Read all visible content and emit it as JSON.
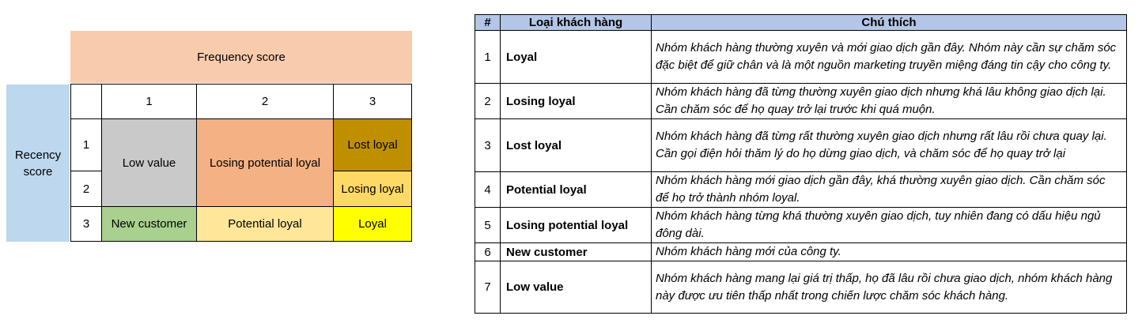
{
  "matrix": {
    "frequency_header": "Frequency score",
    "recency_header": "Recency score",
    "frequency_values": [
      "1",
      "2",
      "3"
    ],
    "recency_values": [
      "1",
      "2",
      "3"
    ],
    "segments": {
      "low_value": "Low value",
      "losing_potential_loyal": "Losing potential loyal",
      "lost_loyal": "Lost loyal",
      "losing_loyal": "Losing loyal",
      "new_customer": "New customer",
      "potential_loyal": "Potential loyal",
      "loyal": "Loyal"
    },
    "colors": {
      "frequency_header_bg": "#f8cbad",
      "recency_header_bg": "#bdd7ee",
      "low_value": "#c9c9c9",
      "losing_potential_loyal": "#f4b183",
      "lost_loyal": "#bf8f00",
      "losing_loyal": "#ffd966",
      "new_customer": "#a9d08e",
      "potential_loyal": "#ffe699",
      "loyal": "#ffff00"
    }
  },
  "table": {
    "headers": [
      "#",
      "Loại khách hàng",
      "Chú thích"
    ],
    "header_bg": "#b4c6e7",
    "rows": [
      {
        "num": "1",
        "type": "Loyal",
        "desc": "Nhóm khách hàng thường xuyên và mới giao dịch gần đây. Nhóm này cần sự chăm sóc đặc biệt để giữ chân và là một nguồn marketing truyền miệng đáng tin cậy cho công ty."
      },
      {
        "num": "2",
        "type": "Losing loyal",
        "desc": "Nhóm khách hàng đã từng thường xuyên giao dịch nhưng khá lâu không giao dịch lại. Cần chăm sóc để họ quay trở lại trước khi quá muộn."
      },
      {
        "num": "3",
        "type": "Lost loyal",
        "desc": "Nhóm khách hàng đã từng rất thường xuyên giao dịch nhưng rất lâu rồi chưa quay lại. Cần gọi điện hỏi thăm lý do họ dừng giao dịch, và chăm sóc để họ quay trở lại"
      },
      {
        "num": "4",
        "type": "Potential loyal",
        "desc": "Nhóm khách hàng mới giao dịch gần đây, khá thường xuyên giao dịch. Cần chăm sóc để họ trở thành nhóm loyal."
      },
      {
        "num": "5",
        "type": "Losing potential loyal",
        "desc": "Nhóm khách hàng từng khá thường xuyên giao dịch, tuy nhiên đang có dấu hiệu ngủ đông dài."
      },
      {
        "num": "6",
        "type": "New customer",
        "desc": "Nhóm khách hàng mới của công ty."
      },
      {
        "num": "7",
        "type": "Low value",
        "desc": "Nhóm khách hàng mang lại giá trị thấp, họ đã lâu rồi chưa giao dịch, nhóm khách hàng này được ưu tiên thấp nhất trong chiến lược chăm sóc khách hàng."
      }
    ]
  }
}
